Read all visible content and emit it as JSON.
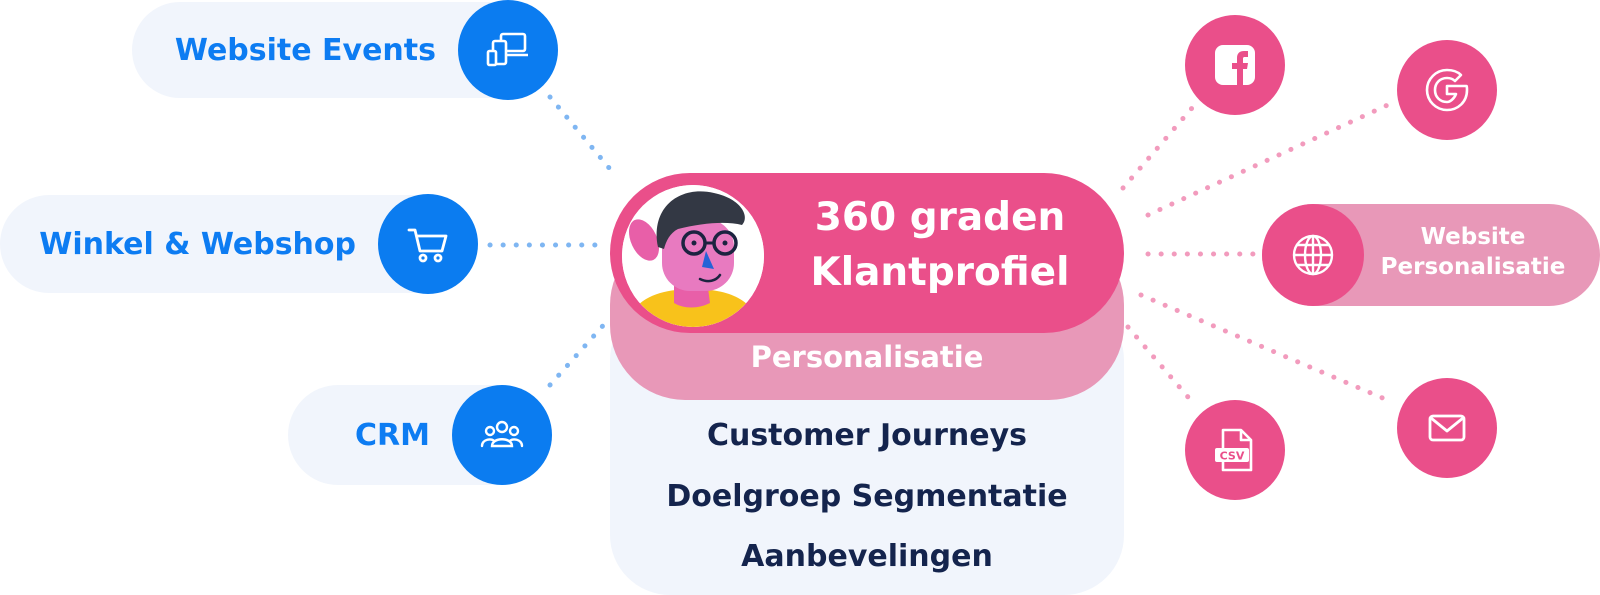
{
  "sources": [
    {
      "label": "Website Events",
      "icon": "devices-icon"
    },
    {
      "label": "Winkel & Webshop",
      "icon": "shopping-cart-icon"
    },
    {
      "label": "CRM",
      "icon": "users-group-icon"
    }
  ],
  "center": {
    "title_line1": "360 graden",
    "title_line2": "Klantprofiel",
    "subtitle": "Personalisatie",
    "features": [
      "Customer Journeys",
      "Doelgroep Segmentatie",
      "Aanbevelingen"
    ]
  },
  "channels": {
    "facebook_icon": "facebook-icon",
    "google_icon": "google-icon",
    "globe_icon": "globe-icon",
    "website_personalisation_line1": "Website",
    "website_personalisation_line2": "Personalisatie",
    "csv_icon": "csv-file-icon",
    "email_icon": "email-icon",
    "csv_text": "CSV"
  },
  "colors": {
    "blue": "#0b7cf0",
    "pink": "#ea4f8a",
    "light_pink": "#e898b8",
    "navy": "#14244d",
    "pale": "#f1f5fc"
  }
}
